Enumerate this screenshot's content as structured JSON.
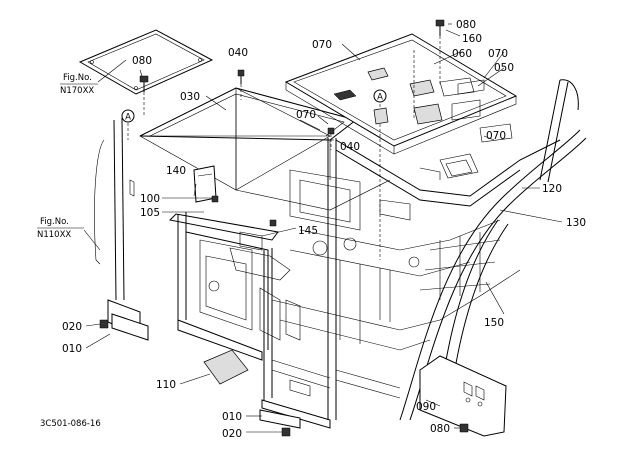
{
  "figure_code": "3C501-086-16",
  "fig_refs": [
    {
      "id": "fig-n170",
      "text1": "Fig.No.",
      "text2": "N170XX"
    },
    {
      "id": "fig-n110",
      "text1": "Fig.No.",
      "text2": "N110XX"
    }
  ],
  "callouts": [
    {
      "id": "c080a",
      "text": "080"
    },
    {
      "id": "c040a",
      "text": "040"
    },
    {
      "id": "c030",
      "text": "030"
    },
    {
      "id": "c070a",
      "text": "070"
    },
    {
      "id": "c080b",
      "text": "080"
    },
    {
      "id": "c160",
      "text": "160"
    },
    {
      "id": "c060",
      "text": "060"
    },
    {
      "id": "c070b",
      "text": "070"
    },
    {
      "id": "c050",
      "text": "050"
    },
    {
      "id": "c070c",
      "text": "070"
    },
    {
      "id": "c040b",
      "text": "040"
    },
    {
      "id": "c070d",
      "text": "070"
    },
    {
      "id": "c140",
      "text": "140"
    },
    {
      "id": "c100",
      "text": "100"
    },
    {
      "id": "c105",
      "text": "105"
    },
    {
      "id": "c145",
      "text": "145"
    },
    {
      "id": "c120",
      "text": "120"
    },
    {
      "id": "c130",
      "text": "130"
    },
    {
      "id": "c150",
      "text": "150"
    },
    {
      "id": "c020a",
      "text": "020"
    },
    {
      "id": "c010a",
      "text": "010"
    },
    {
      "id": "c110",
      "text": "110"
    },
    {
      "id": "c090",
      "text": "090"
    },
    {
      "id": "c010b",
      "text": "010"
    },
    {
      "id": "c020b",
      "text": "020"
    },
    {
      "id": "c080c",
      "text": "080"
    }
  ],
  "ref_markers": [
    {
      "id": "mkA1",
      "text": "A"
    },
    {
      "id": "mkA2",
      "text": "A"
    }
  ]
}
